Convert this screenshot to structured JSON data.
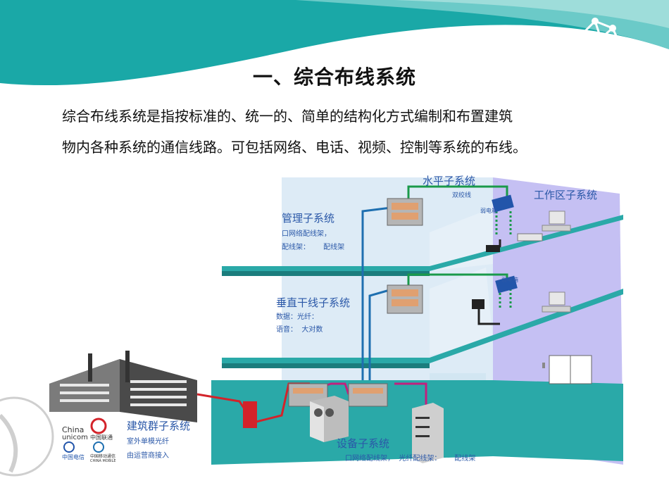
{
  "slide": {
    "title": "一、综合布线系统",
    "paragraph": [
      "综合布线系统是指按标准的、统一的、简单的结构化方式编制和布置建筑",
      "物内各种系统的通信线路。可包括网络、电话、视频、控制等系统的布线。"
    ]
  },
  "diagram": {
    "horizontal_subsystem": "水平子系统",
    "twisted_pair": "双绞线",
    "weak_box_top": "弱电箱",
    "work_area_subsystem": "工作区子系统",
    "management_subsystem": "管理子系统",
    "management_line1": "口网络配线架，",
    "management_line2": "配线架：      配线架",
    "vertical_subsystem": "垂直干线子系统",
    "vertical_data": "数据：光纤：",
    "vertical_voice": "语音：  大对数",
    "weak_box_mid": "弱电箱",
    "building_group_subsystem": "建筑群子系统",
    "outdoor_fiber": "室外单模光纤",
    "operator_access": "由运营商接入",
    "equipment_subsystem": "设备子系统",
    "equipment_line": "口网络配线架，  光纤配线架：      配线架",
    "logo_unicom_en1": "China",
    "logo_unicom_en2": "unicom",
    "logo_unicom_cn": "中国联通",
    "logo_telecom_cn": "中国电信",
    "logo_mobile_cn": "中国移动通信",
    "logo_mobile_en": "CHINA MOBILE"
  },
  "colors": {
    "header_teal": "#1aa8a7",
    "header_light": "#5cc8c6",
    "floor_teal": "#2aa9a8",
    "wall_light": "#ddebf6",
    "wall_purple": "#c5c0f3",
    "label_blue": "#2b58a8",
    "cable_red": "#d3232a",
    "cable_green": "#1a9a4a",
    "cable_blue": "#1e6fb0",
    "cable_magenta": "#c2207e"
  }
}
